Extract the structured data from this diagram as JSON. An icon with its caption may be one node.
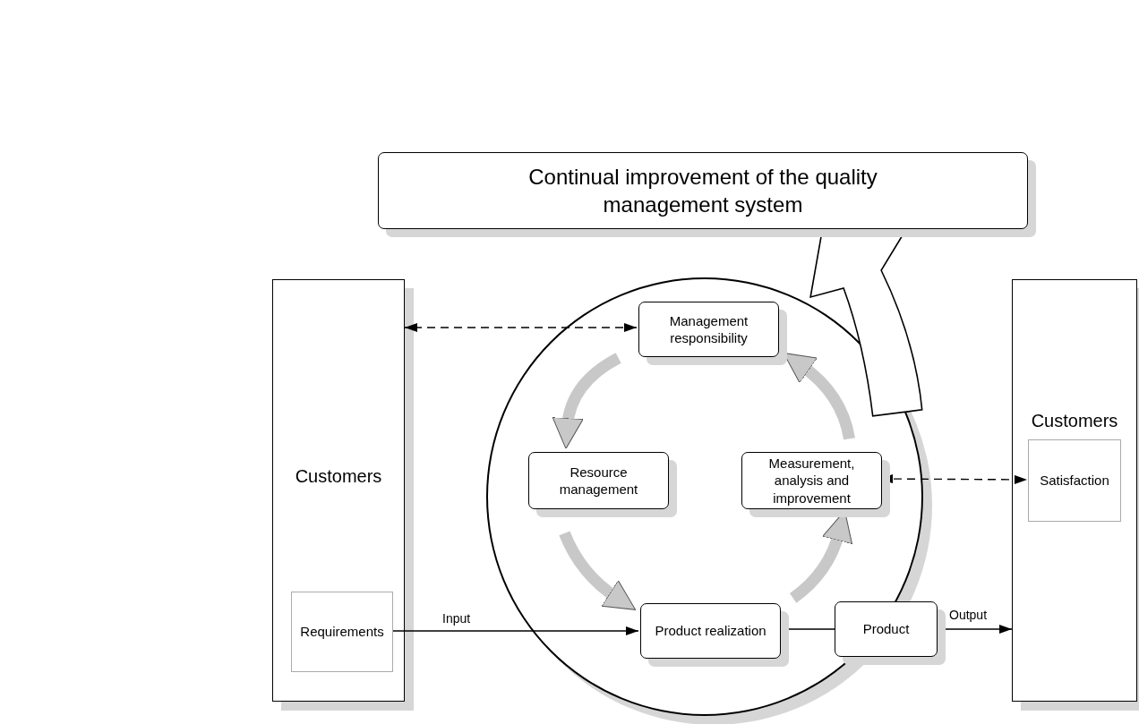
{
  "diagram": {
    "nodes": [
      {
        "text": [
          "Continual improvement of the quality management system"
        ]
      },
      {
        "text": [
          "Customers"
        ]
      },
      {
        "text": [
          "Requirements"
        ],
        "in": 1
      },
      {
        "text": [],
        "shape": "circle"
      },
      {
        "text": [
          "Management responsibility"
        ],
        "in": 3
      },
      {
        "text": [
          "Resource management"
        ],
        "in": 3
      },
      {
        "text": [
          "Measurement, analysis and improvement"
        ],
        "in": 3
      },
      {
        "text": [
          "Product realization"
        ],
        "in": 3
      },
      {
        "text": [
          "Product"
        ]
      },
      {
        "text": [
          "Customers"
        ]
      },
      {
        "text": [
          "Satisfaction"
        ],
        "in": 9
      }
    ],
    "edges": [
      {
        "from": 4,
        "to": 1,
        "arrow": "both",
        "style": "dashed"
      },
      {
        "from": 6,
        "to": 10,
        "arrow": "both",
        "style": "dashed"
      },
      {
        "from": 2,
        "to": 7,
        "arrow": "to",
        "label": "Input"
      },
      {
        "from": 7,
        "to": 8,
        "arrow": "none"
      },
      {
        "from": 8,
        "to": 9,
        "arrow": "to",
        "label": "Output"
      },
      {
        "from": 4,
        "to": 5,
        "arrow": "to",
        "style": "thick",
        "color": "#c8c8c8"
      },
      {
        "from": 5,
        "to": 7,
        "arrow": "to",
        "style": "thick",
        "color": "#c8c8c8"
      },
      {
        "from": 7,
        "to": 6,
        "arrow": "to",
        "style": "thick",
        "color": "#c8c8c8"
      },
      {
        "from": 6,
        "to": 4,
        "arrow": "to",
        "style": "thick",
        "color": "#c8c8c8"
      },
      {
        "from": 3,
        "to": 0,
        "arrow": "to",
        "style": "thick"
      }
    ]
  }
}
